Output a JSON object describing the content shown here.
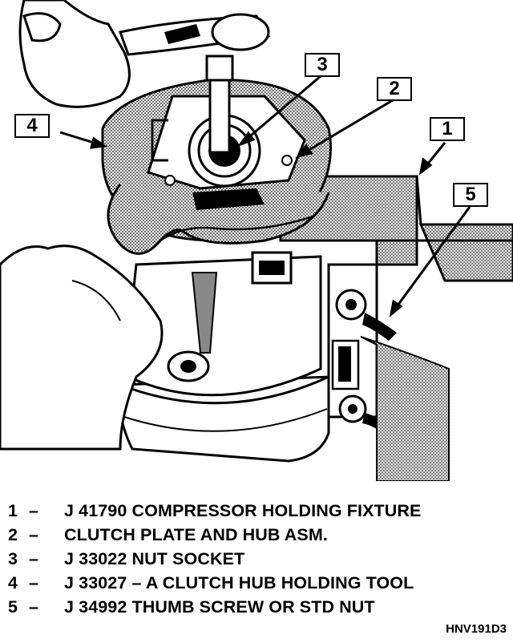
{
  "callouts": [
    "1",
    "2",
    "3",
    "4",
    "5"
  ],
  "legend": [
    {
      "number": "1",
      "dash": "–",
      "text": "J 41790 COMPRESSOR HOLDING FIXTURE"
    },
    {
      "number": "2",
      "dash": "–",
      "text": "CLUTCH PLATE AND HUB ASM."
    },
    {
      "number": "3",
      "dash": "–",
      "text": "J 33022 NUT SOCKET"
    },
    {
      "number": "4",
      "dash": "–",
      "text": "J 33027 – A CLUTCH HUB HOLDING TOOL"
    },
    {
      "number": "5",
      "dash": "–",
      "text": "J 34992 THUMB SCREW OR STD NUT"
    }
  ],
  "figure_id": "HNV191D3"
}
